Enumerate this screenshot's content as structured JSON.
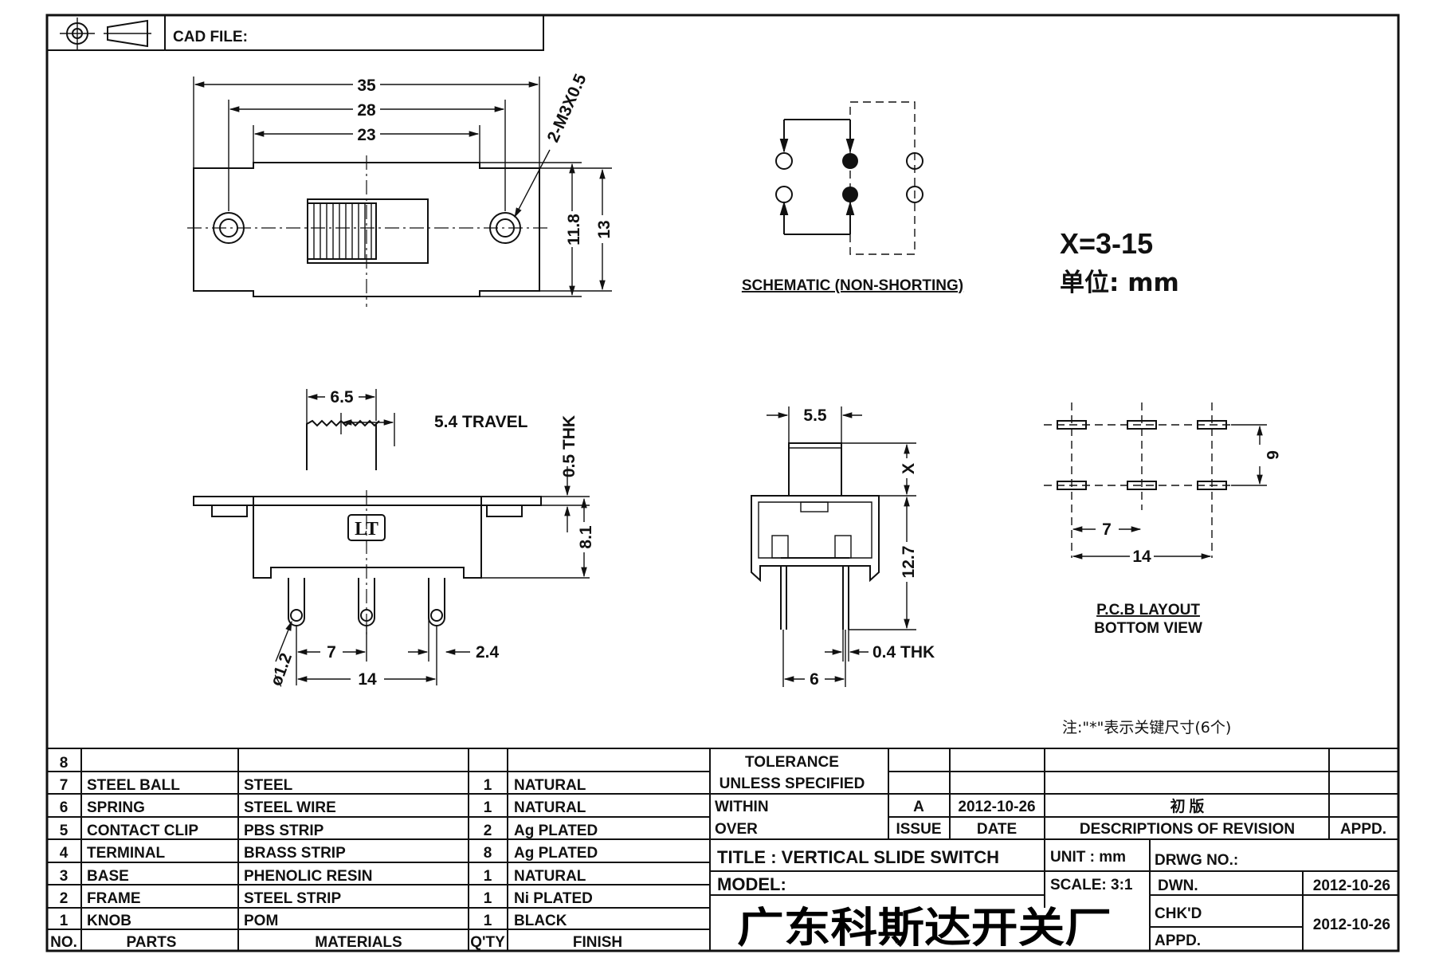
{
  "header": {
    "cad_file_label": "CAD FILE:"
  },
  "top_view": {
    "dim_35": "35",
    "dim_28": "28",
    "dim_23": "23",
    "dim_11_8": "11.8",
    "dim_13": "13",
    "thread_note": "2-M3X0.5"
  },
  "schematic": {
    "caption": "SCHEMATIC (NON-SHORTING)"
  },
  "notes": {
    "x_range": "X=3-15",
    "unit": "单位: mm",
    "footnote": "注:\"*\"表示关键尺寸(6个)"
  },
  "side_view": {
    "dim_6_5": "6.5",
    "travel": "5.4 TRAVEL",
    "thk_0_5": "0.5 THK",
    "dim_8_1": "8.1",
    "logo": "LT",
    "dim_7": "7",
    "dim_14": "14",
    "dim_2_4": "2.4",
    "hole_dia": "ø1.2"
  },
  "end_view": {
    "dim_5_5": "5.5",
    "dim_x": "X",
    "dim_12_7": "12.7",
    "thk_0_4": "0.4 THK",
    "dim_6": "6"
  },
  "pcb_layout": {
    "dim_6": "6",
    "dim_7": "7",
    "dim_14": "14",
    "caption_1": "P.C.B LAYOUT",
    "caption_2": "BOTTOM VIEW"
  },
  "parts_table": {
    "header": {
      "no": "NO.",
      "parts": "PARTS",
      "materials": "MATERIALS",
      "qty": "Q'TY",
      "finish": "FINISH"
    },
    "rows": [
      {
        "no": "8",
        "part": "",
        "material": "",
        "qty": "",
        "finish": ""
      },
      {
        "no": "7",
        "part": "STEEL BALL",
        "material": "STEEL",
        "qty": "1",
        "finish": "NATURAL"
      },
      {
        "no": "6",
        "part": "SPRING",
        "material": "STEEL WIRE",
        "qty": "1",
        "finish": "NATURAL"
      },
      {
        "no": "5",
        "part": "CONTACT CLIP",
        "material": "PBS STRIP",
        "qty": "2",
        "finish": "Ag PLATED"
      },
      {
        "no": "4",
        "part": "TERMINAL",
        "material": "BRASS STRIP",
        "qty": "8",
        "finish": "Ag PLATED"
      },
      {
        "no": "3",
        "part": "BASE",
        "material": "PHENOLIC RESIN",
        "qty": "1",
        "finish": "NATURAL"
      },
      {
        "no": "2",
        "part": "FRAME",
        "material": "STEEL STRIP",
        "qty": "1",
        "finish": "Ni PLATED"
      },
      {
        "no": "1",
        "part": "KNOB",
        "material": "POM",
        "qty": "1",
        "finish": "BLACK"
      }
    ]
  },
  "title_block": {
    "tolerance": "TOLERANCE",
    "unless_specified": "UNLESS  SPECIFIED",
    "within": "WITHIN",
    "over": "OVER",
    "rev_issue": "A",
    "rev_date": "2012-10-26",
    "rev_desc": "初 版",
    "issue_label": "ISSUE",
    "date_label": "DATE",
    "desc_label": "DESCRIPTIONS OF REVISION",
    "appd_label": "APPD.",
    "title": "TITLE :  VERTICAL  SLIDE  SWITCH",
    "unit": "UNIT :  mm",
    "drwg_no": "DRWG NO.:",
    "model": "MODEL:",
    "scale": "SCALE:  3:1",
    "dwn_label": "DWN.",
    "dwn_date": "2012-10-26",
    "chkd_label": "CHK'D",
    "appd2_label": "APPD.",
    "chkd_date": "2012-10-26",
    "company": "广东科斯达开关厂"
  }
}
